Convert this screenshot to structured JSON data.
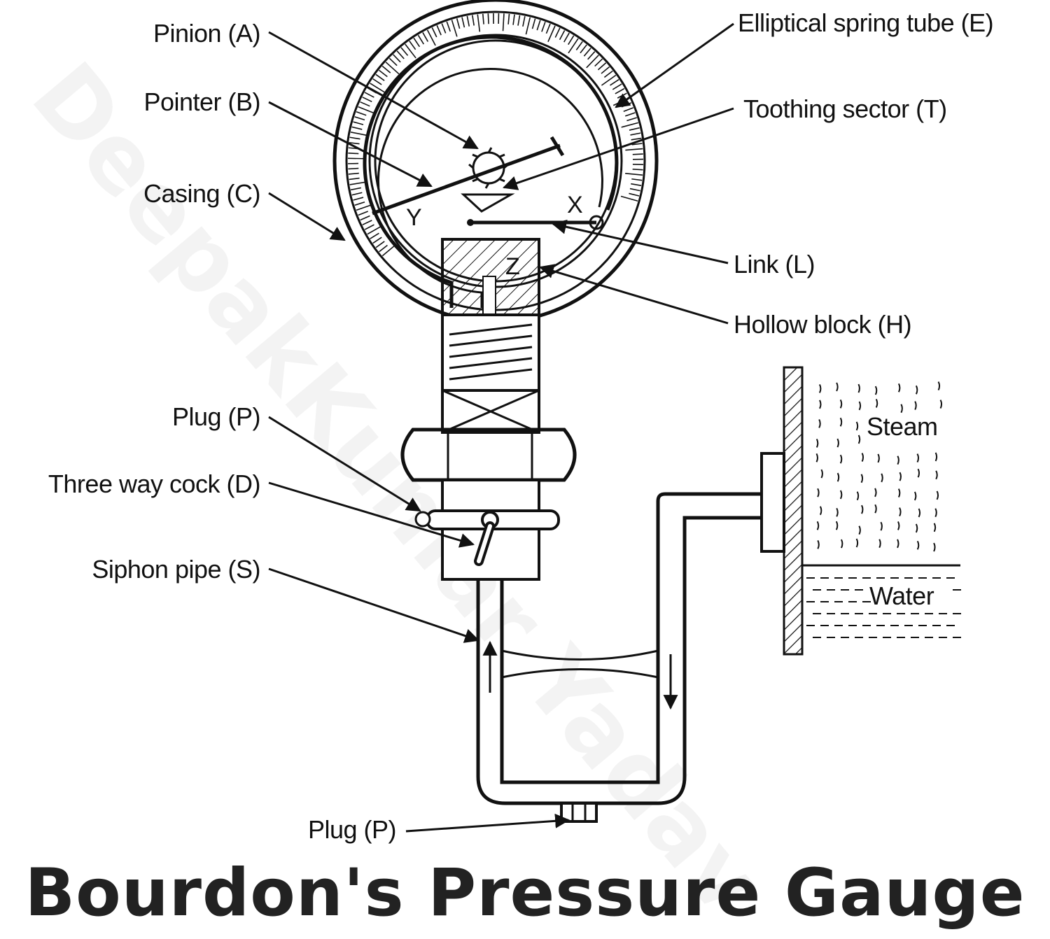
{
  "title": "Bourdon's Pressure Gauge",
  "watermark": "DeepakKumar Yadav",
  "labels": {
    "pinion": "Pinion (A)",
    "pointer": "Pointer (B)",
    "casing": "Casing (C)",
    "elliptical_spring_tube": "Elliptical spring tube (E)",
    "toothing_sector": "Toothing sector (T)",
    "link": "Link (L)",
    "hollow_block": "Hollow block (H)",
    "plug_upper": "Plug (P)",
    "three_way_cock": "Three way cock (D)",
    "siphon_pipe": "Siphon pipe (S)",
    "plug_lower": "Plug (P)",
    "steam": "Steam",
    "water": "Water"
  },
  "markers": {
    "x": "X",
    "y": "Y",
    "z": "Z"
  }
}
